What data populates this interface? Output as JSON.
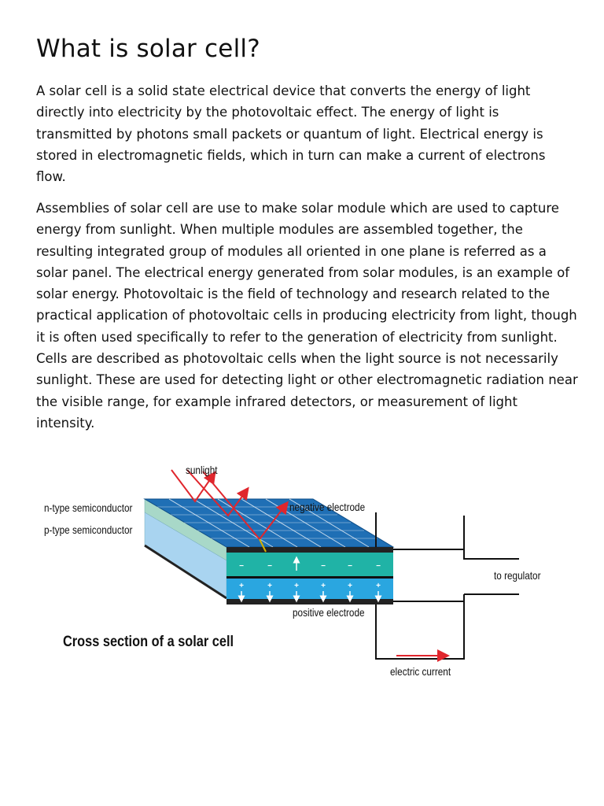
{
  "document": {
    "title": "What is solar cell?",
    "paragraphs": [
      " A solar cell is a solid state electrical device that converts the energy of light directly into electricity by the photovoltaic effect. The energy of light is transmitted by photons small packets or quantum of light. Electrical energy is stored in electromagnetic fields, which in turn can make a current of electrons flow.",
      "Assemblies of solar cell are use to make solar module which are used to capture energy from sunlight. When multiple modules are assembled together, the resulting integrated group of modules all oriented in one plane is referred as a solar panel. The electrical energy generated from solar modules, is an example of solar energy. Photovoltaic is the field of technology and research related to the practical application of photovoltaic cells in producing electricity from light, though it is often used specifically to refer to the generation of electricity from sunlight. Cells are described as photovoltaic cells when the light source is not necessarily sunlight. These are used for detecting light or other electromagnetic radiation near the visible range, for example infrared detectors, or measurement of light intensity."
    ]
  },
  "figure": {
    "labels": {
      "sunlight": "sunlight",
      "n_type": "n-type semiconductor",
      "p_type": "p-type semiconductor",
      "negative_electrode": "negative electrode",
      "positive_electrode": "positive electrode",
      "to_regulator": "to regulator",
      "electric_current": "electric current"
    },
    "caption": "Cross section of a solar cell",
    "colors": {
      "panel_blue": "#1f6fb5",
      "n_layer": "#20b3a6",
      "p_layer": "#2aa6e0",
      "side_n": "#a8d8c8",
      "side_p": "#a9d4f0",
      "arrow_red": "#e0262d"
    }
  }
}
